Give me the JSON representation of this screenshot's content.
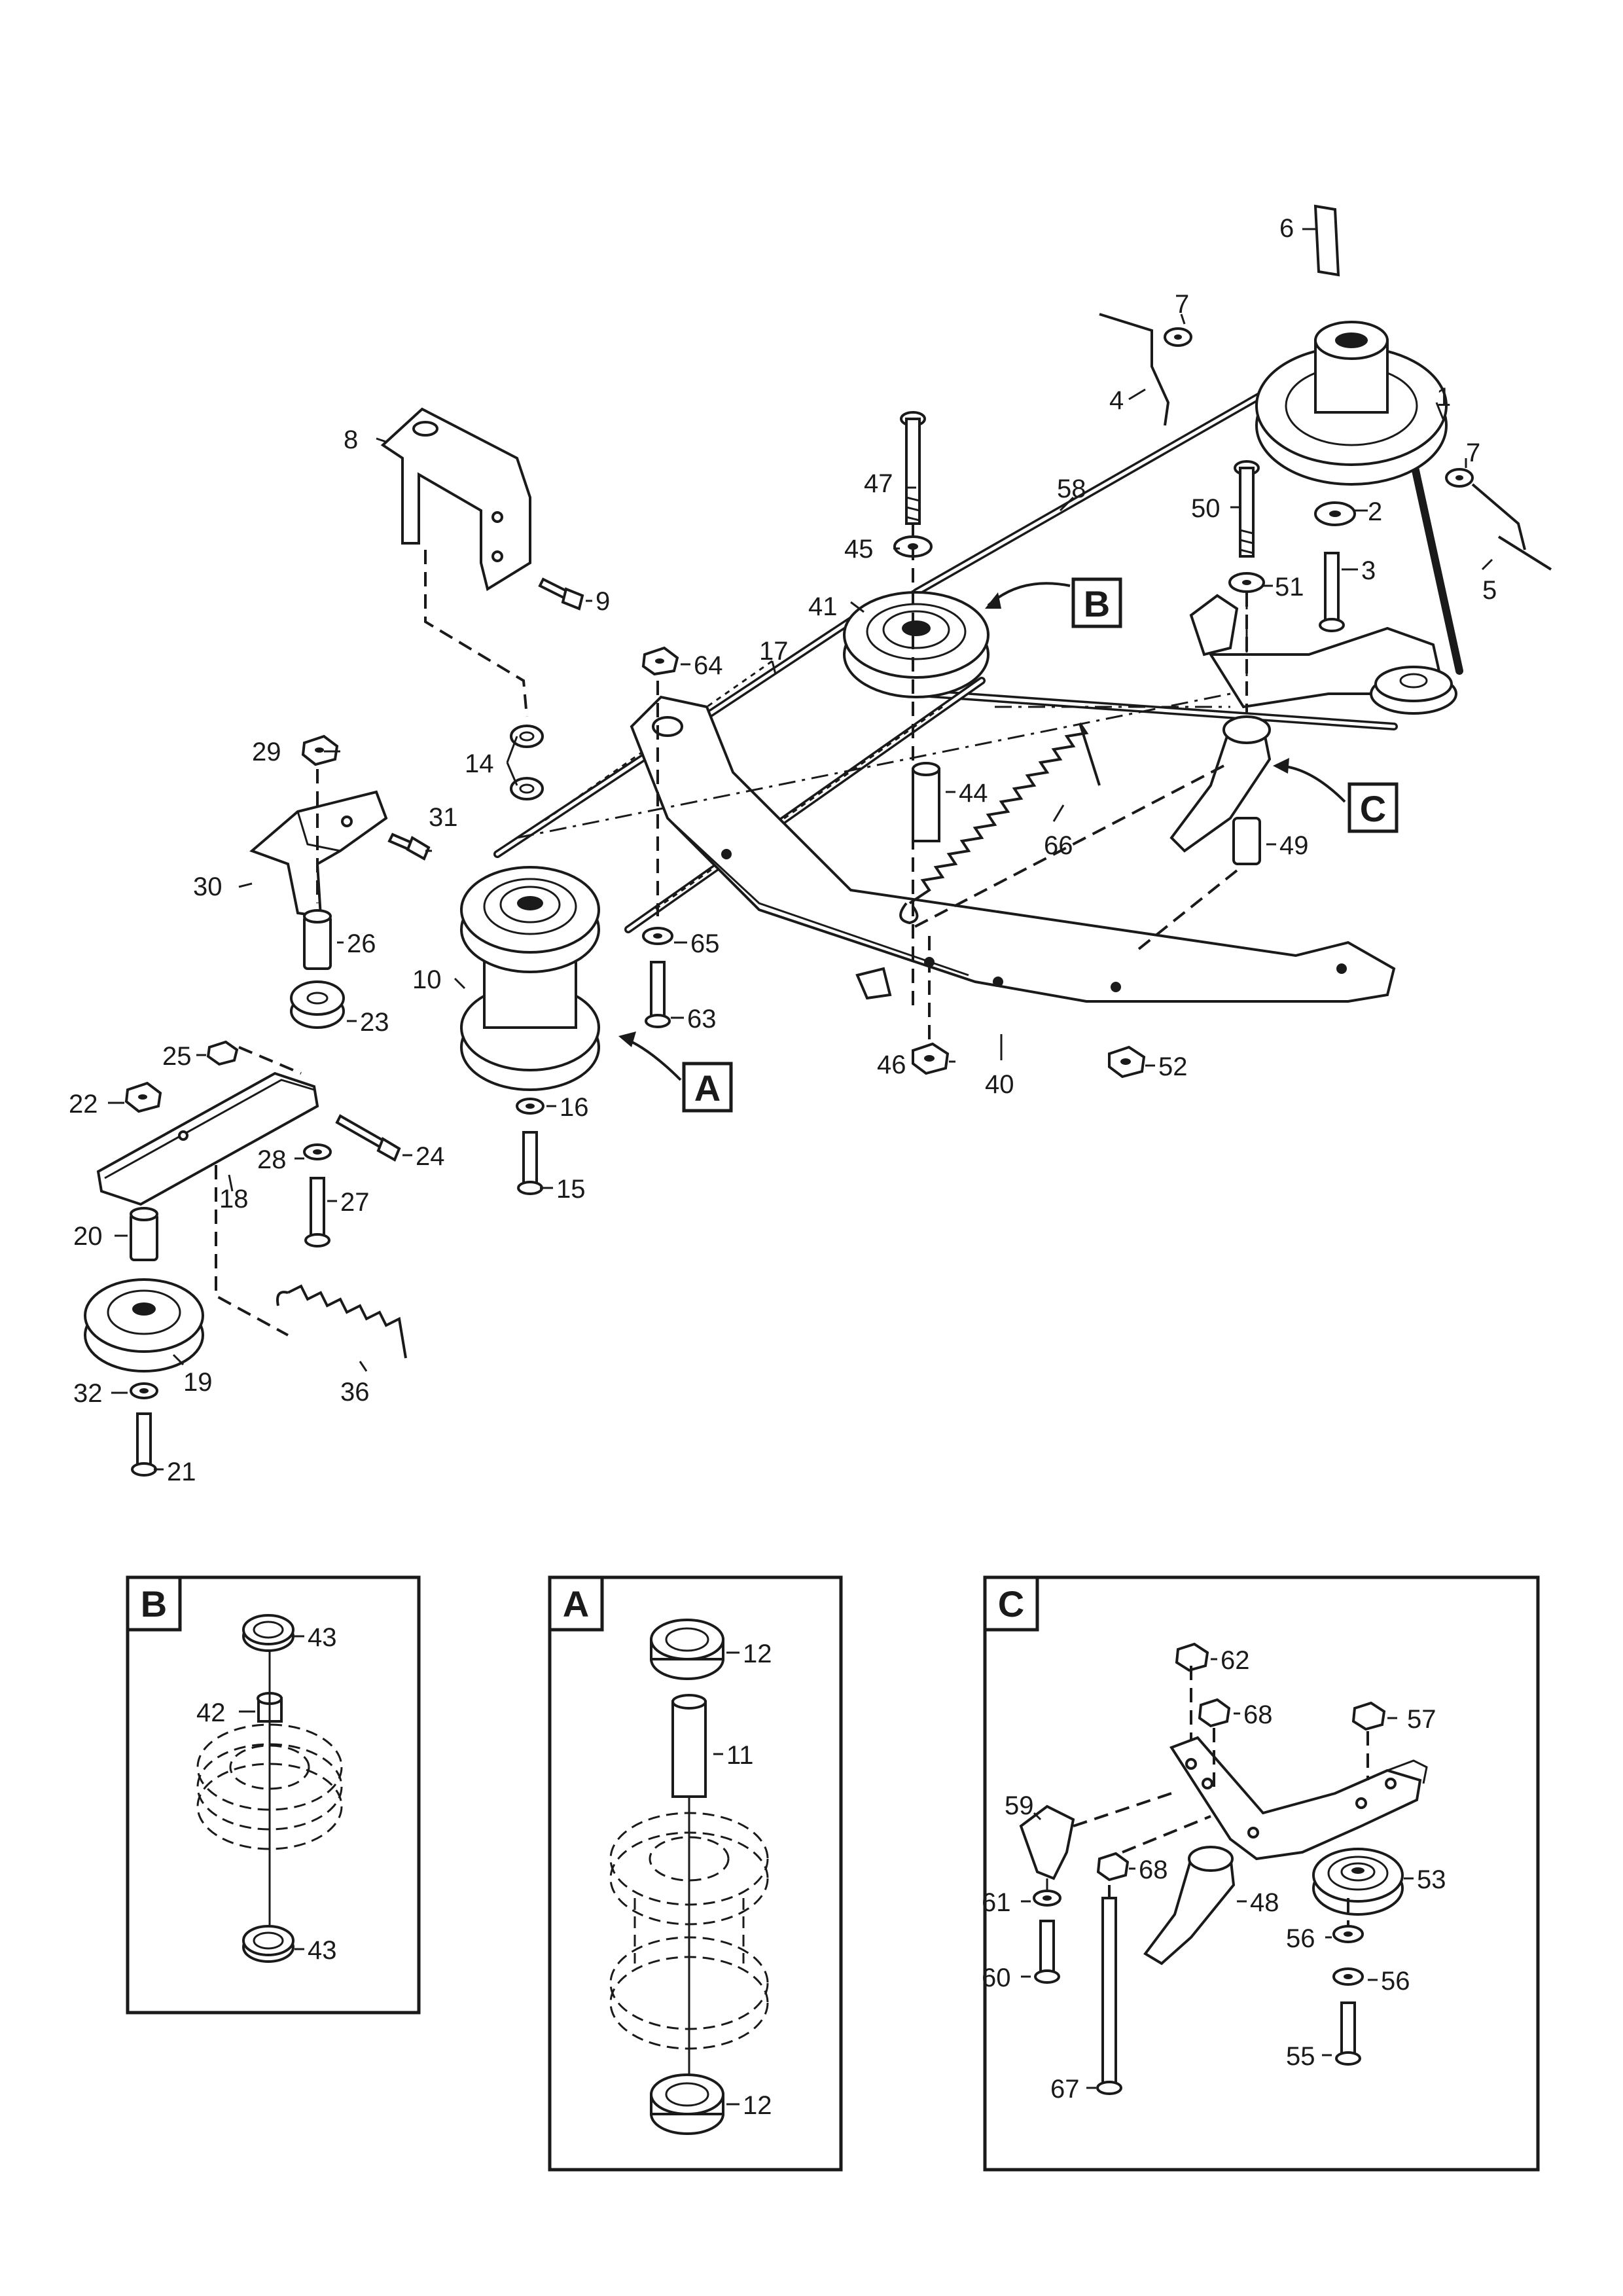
{
  "callouts": [
    "A",
    "B",
    "C"
  ],
  "panels": {
    "b_title": "B",
    "a_title": "A",
    "c_title": "C"
  },
  "labels": {
    "p1": "1",
    "p2": "2",
    "p3": "3",
    "p4": "4",
    "p5": "5",
    "p6": "6",
    "p7a": "7",
    "p7b": "7",
    "p8": "8",
    "p9": "9",
    "p10": "10",
    "p11": "11",
    "p12a": "12",
    "p12b": "12",
    "p14": "14",
    "p15": "15",
    "p16": "16",
    "p17": "17",
    "p18": "18",
    "p19": "19",
    "p20": "20",
    "p21": "21",
    "p22": "22",
    "p23": "23",
    "p24": "24",
    "p25": "25",
    "p26": "26",
    "p27": "27",
    "p28": "28",
    "p29": "29",
    "p30": "30",
    "p31": "31",
    "p32": "32",
    "p36": "36",
    "p40": "40",
    "p41": "41",
    "p42": "42",
    "p43a": "43",
    "p43b": "43",
    "p44": "44",
    "p45": "45",
    "p46": "46",
    "p47": "47",
    "p48": "48",
    "p49": "49",
    "p50": "50",
    "p51": "51",
    "p52": "52",
    "p53": "53",
    "p55": "55",
    "p56a": "56",
    "p56b": "56",
    "p57": "57",
    "p58": "58",
    "p59": "59",
    "p60": "60",
    "p61": "61",
    "p62": "62",
    "p63": "63",
    "p64": "64",
    "p65": "65",
    "p66": "66",
    "p67": "67",
    "p68a": "68",
    "p68b": "68"
  }
}
